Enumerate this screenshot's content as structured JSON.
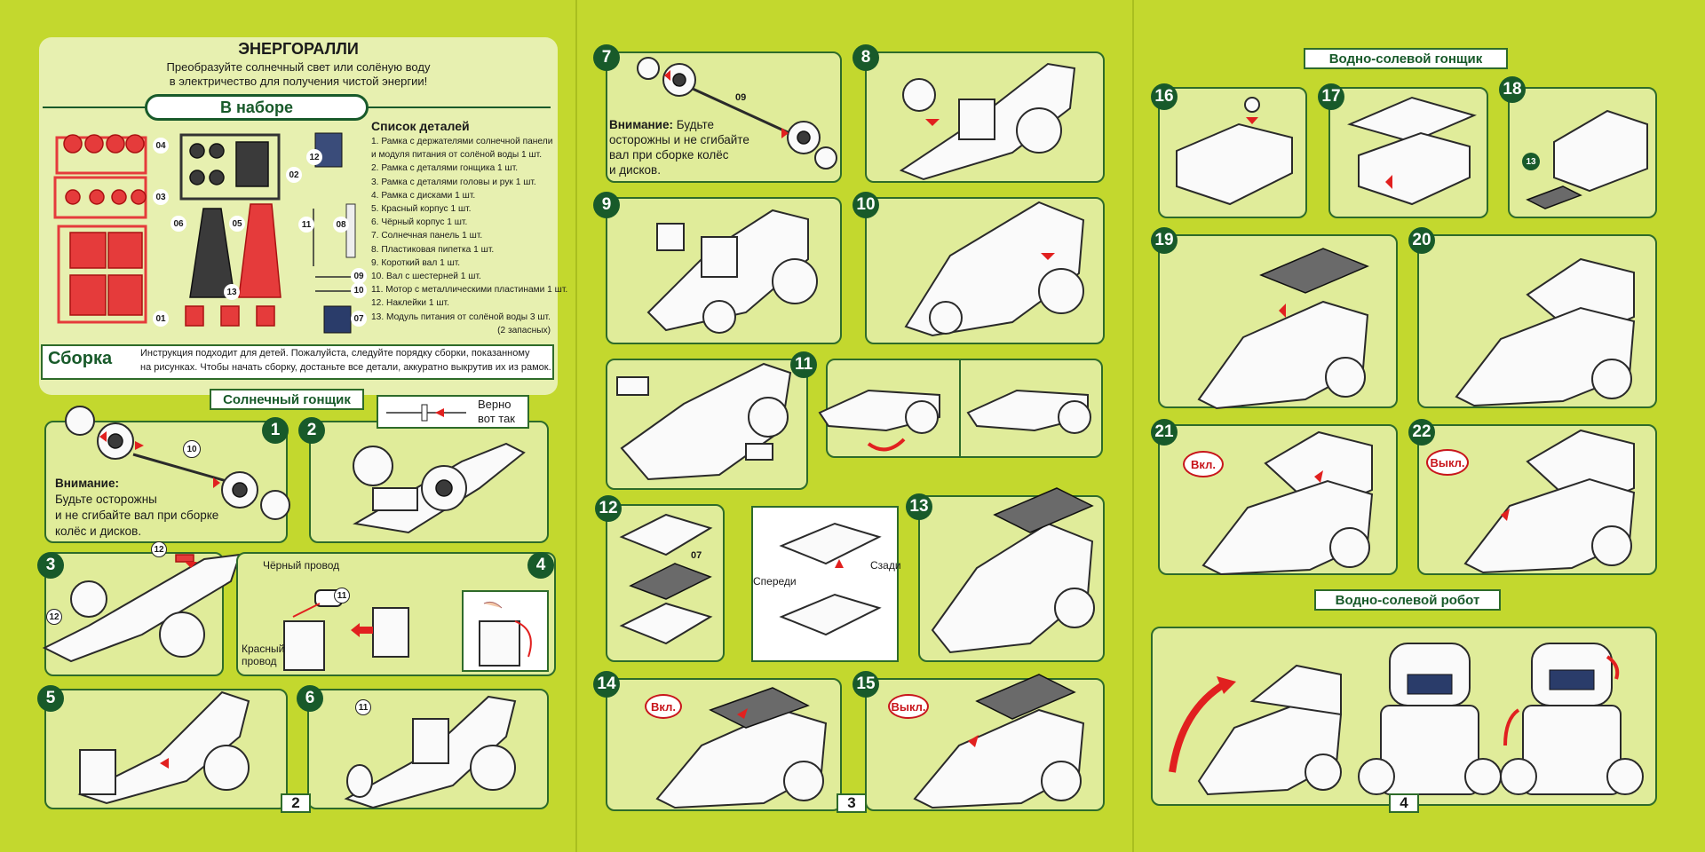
{
  "intro": {
    "title": "ЭНЕРГОРАЛЛИ",
    "subtitle_line1": "Преобразуйте солнечный свет или солёную воду",
    "subtitle_line2": "в электричество для получения чистой энергии!",
    "kit_label": "В наборе"
  },
  "parts": {
    "heading": "Список деталей",
    "items": [
      "1. Рамка с держателями солнечной панели",
      "и модуля питания от солёной воды    1 шт.",
      "2. Рамка с деталями гонщика    1 шт.",
      "3. Рамка с деталями головы и рук    1 шт.",
      "4. Рамка с дисками    1 шт.",
      "5. Красный корпус    1 шт.",
      "6. Чёрный корпус    1 шт.",
      "7. Солнечная панель    1 шт.",
      "8. Пластиковая пипетка    1 шт.",
      "9. Короткий вал    1 шт.",
      "10. Вал с шестерней    1 шт.",
      "11. Мотор с металлическими пластинами 1 шт.",
      "12. Наклейки    1 шт.",
      "13. Модуль питания от солёной воды    3 шт."
    ],
    "spare_note": "(2 запасных)",
    "numbers": [
      "04",
      "03",
      "01",
      "06",
      "05",
      "13",
      "02",
      "12",
      "11",
      "08",
      "09",
      "10",
      "07"
    ]
  },
  "assembly": {
    "label": "Сборка",
    "text_line1": "Инструкция подходит для детей. Пожалуйста, следуйте порядку сборки, показанному",
    "text_line2": "на рисунках. Чтобы начать сборку, достаньте все детали, аккуратно выкрутив их из рамок."
  },
  "sections": {
    "solar": "Солнечный гонщик",
    "water_racer": "Водно-солевой гонщик",
    "water_robot": "Водно-солевой робот"
  },
  "steps": [
    "1",
    "2",
    "3",
    "4",
    "5",
    "6",
    "7",
    "8",
    "9",
    "10",
    "11",
    "12",
    "13",
    "14",
    "15",
    "16",
    "17",
    "18",
    "19",
    "20",
    "21",
    "22"
  ],
  "step1": {
    "warning_title": "Внимание:",
    "warning_lines": [
      "Будьте осторожны",
      "и не сгибайте вал при сборке",
      "колёс и дисков."
    ],
    "part": "10"
  },
  "step2": {
    "callout_line1": "Верно",
    "callout_line2": "вот так"
  },
  "step3": {
    "part_a": "12",
    "part_b": "12"
  },
  "step4": {
    "black_wire": "Чёрный провод",
    "red_wire_line1": "Красный",
    "red_wire_line2": "провод",
    "part": "11"
  },
  "step6": {
    "part": "11"
  },
  "step7": {
    "warning_title": "Внимание:",
    "warning_rest": "Будьте",
    "warning_lines": [
      "осторожны и не сгибайте",
      "вал при сборке колёс",
      "и дисков."
    ],
    "part": "09"
  },
  "step12": {
    "part": "07",
    "front": "Спереди",
    "back": "Сзади"
  },
  "switches": {
    "on": "Вкл.",
    "off": "Выкл."
  },
  "page_numbers": [
    "2",
    "3",
    "4"
  ],
  "colors": {
    "background": "#c3d82e",
    "panel": "#e0ec9a",
    "border": "#2e6b2a",
    "number_badge": "#185a2a",
    "accent_red": "#e1201f"
  }
}
